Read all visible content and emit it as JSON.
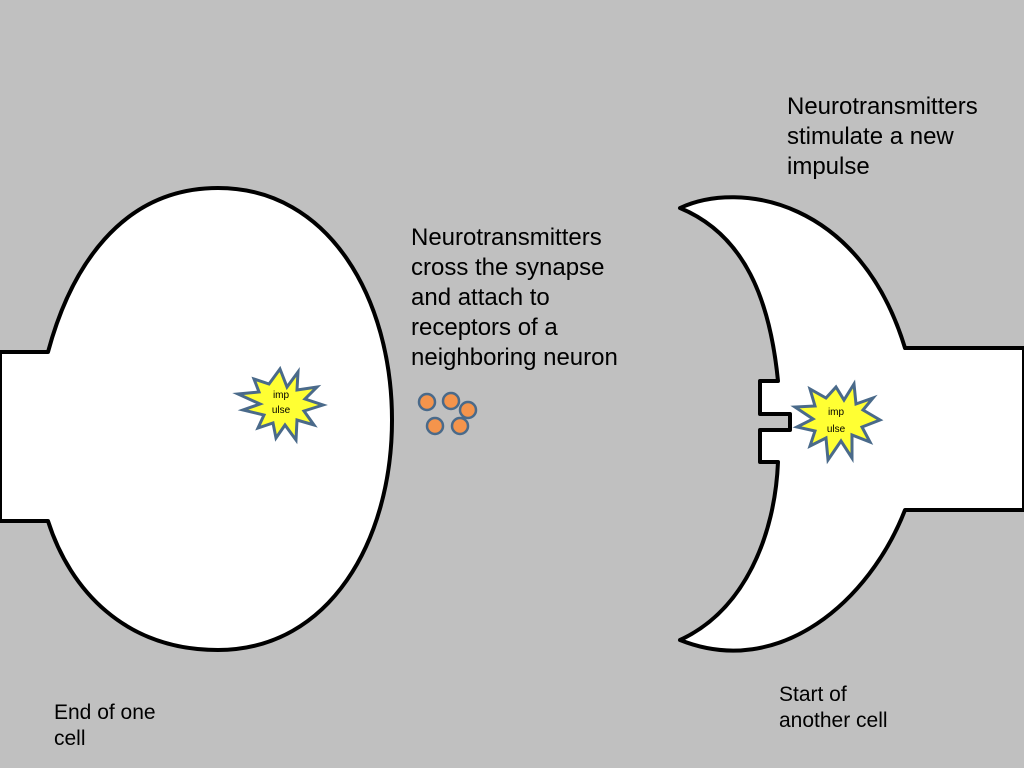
{
  "labels": {
    "stimulate": "Neurotransmitters\nstimulate a new\nimpulse",
    "cross": "Neurotransmitters\ncross the synapse\nand attach to\nreceptors of a\nneighboring neuron",
    "end_cell": "End of one\ncell",
    "start_cell": "Start of\nanother cell"
  },
  "impulse_left": {
    "line1": "imp",
    "line2": "ulse"
  },
  "impulse_right": {
    "line1": "imp",
    "line2": "ulse"
  },
  "colors": {
    "background": "#c0c0c0",
    "cell_fill": "#ffffff",
    "outline": "#000000",
    "impulse_fill": "#ffff33",
    "impulse_stroke": "#4a6a8a",
    "neurotransmitter_fill": "#f4944c",
    "neurotransmitter_stroke": "#4a6a8a"
  },
  "icons": {
    "impulse": "star-burst-icon",
    "neurotransmitter": "circle-icon"
  }
}
